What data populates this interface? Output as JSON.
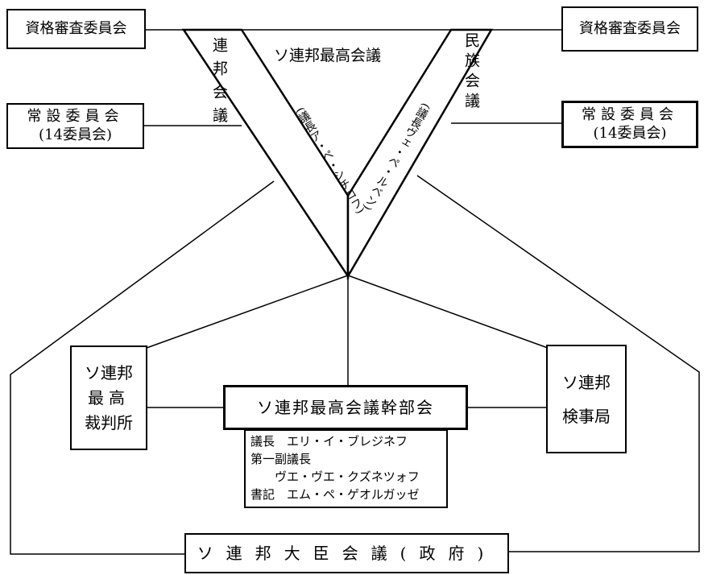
{
  "top_left_box": "資格審査委員会",
  "top_right_box": "資格審査委員会",
  "left_committee": {
    "line1": "常設委員会",
    "line2": "(14委員会)"
  },
  "right_committee": {
    "line1": "常設委員会",
    "line2": "(14委員会)"
  },
  "supreme_soviet": "ソ連邦最高会議",
  "soviet_of_union": {
    "name": "連邦会議",
    "chair": "(議長ア・ペ・シチコフ)"
  },
  "soviet_of_nationalities": {
    "name": "民族会議",
    "chair": "(議長ヴェ・ペ・ルベン)"
  },
  "supreme_court": {
    "line1": "ソ連邦",
    "line2": "最高",
    "line3": "裁判所"
  },
  "procuracy": {
    "line1": "ソ連邦",
    "line2": "検事局"
  },
  "presidium": "ソ連邦最高会議幹部会",
  "presidium_members": {
    "line1": "議長　エリ・イ・ブレジネフ",
    "line2": "第一副議長",
    "line3": "　　ヴエ・ヴエ・クズネツォフ",
    "line4": "書記　エム・ペ・ゲオルガッゼ"
  },
  "council_of_ministers": "ソ連邦大臣会議(政府)"
}
